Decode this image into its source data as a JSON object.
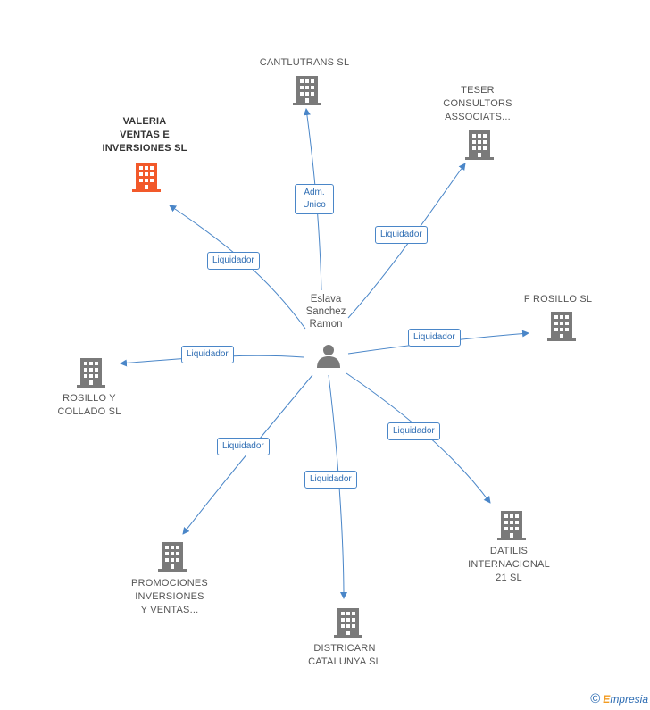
{
  "center": {
    "name": "Eslava\nSanchez\nRamon"
  },
  "nodes": {
    "cantlutrans": {
      "name": "CANTLUTRANS SL",
      "role": "Adm.\nUnico"
    },
    "teser": {
      "name": "TESER\nCONSULTORS\nASSOCIATS...",
      "role": "Liquidador"
    },
    "valeria": {
      "name": "VALERIA\nVENTAS E\nINVERSIONES SL",
      "role": "Liquidador"
    },
    "frosillo": {
      "name": "F ROSILLO SL",
      "role": "Liquidador"
    },
    "rosillo_collado": {
      "name": "ROSILLO Y\nCOLLADO  SL",
      "role": "Liquidador"
    },
    "datilis": {
      "name": "DATILIS\nINTERNACIONAL\n21 SL",
      "role": "Liquidador"
    },
    "promociones": {
      "name": "PROMOCIONES\nINVERSIONES\nY VENTAS...",
      "role": "Liquidador"
    },
    "districarn": {
      "name": "DISTRICARN\nCATALUNYA SL",
      "role": "Liquidador"
    }
  },
  "colors": {
    "edge": "#4a86c8",
    "building": "#7a7a7a",
    "building_highlight": "#f2592a",
    "person": "#7a7a7a"
  },
  "icons": {
    "company": "building-icon",
    "person": "person-icon"
  },
  "brand": {
    "symbol": "©",
    "first": "E",
    "rest": "mpresia"
  }
}
